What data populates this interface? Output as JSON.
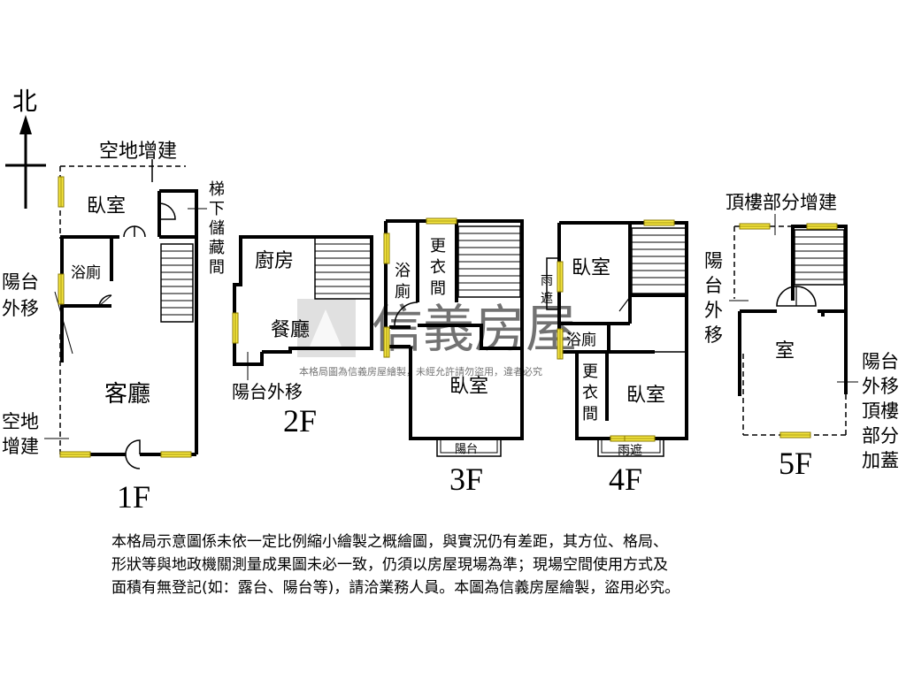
{
  "north_label": "北",
  "floors": {
    "f1": {
      "floor_label": "1F",
      "rooms": {
        "bedroom": "臥室",
        "bathroom": "浴廁",
        "living_room": "客廳"
      },
      "notes": {
        "open_space_addition_top": "空地增建",
        "under_stair_storage": [
          "梯",
          "下",
          "儲",
          "藏",
          "間"
        ],
        "balcony_shift": [
          "陽台",
          "外移"
        ],
        "open_space_addition_left": [
          "空地",
          "增建"
        ]
      }
    },
    "f2": {
      "floor_label": "2F",
      "rooms": {
        "kitchen": "廚房",
        "dining_room": "餐廳"
      },
      "notes": {
        "balcony_shift": "陽台外移"
      }
    },
    "f3": {
      "floor_label": "3F",
      "rooms": {
        "bathroom": [
          "浴",
          "廁"
        ],
        "dressing_room": [
          "更",
          "衣",
          "間"
        ],
        "bedroom": "臥室",
        "balcony": "陽台"
      }
    },
    "f4": {
      "floor_label": "4F",
      "rooms": {
        "bedroom_top": "臥室",
        "rain_shelter_side": [
          "雨",
          "遮"
        ],
        "bathroom": "浴廁",
        "dressing_room": [
          "更",
          "衣",
          "間"
        ],
        "bedroom_bottom": "臥室",
        "rain_shelter_bottom": "雨遮"
      }
    },
    "f5": {
      "floor_label": "5F",
      "rooms": {
        "room": "室"
      },
      "notes": {
        "rooftop_addition": "頂樓部分增建",
        "balcony_shift": [
          "陽",
          "台",
          "外",
          "移"
        ],
        "balcony_shift_right": [
          "陽台",
          "外移"
        ],
        "rooftop_cover": [
          "頂樓",
          "部分",
          "加蓋"
        ]
      }
    }
  },
  "watermark": {
    "brand": "信義房屋",
    "notice": "本格局圖為信義房屋繪製，未經允許請勿盜用，違者必究"
  },
  "disclaimer": [
    "本格局示意圖係未依一定比例縮小繪製之概繪圖，與實況仍有差距，其方位、格局、",
    "形狀等與地政機關測量成果圖未必一致，仍須以房屋現場為準；現場空間使用方式及",
    "面積有無登記(如：露台、陽台等)，請洽業務人員。本圖為信義房屋繪製，盜用必究。"
  ],
  "colors": {
    "wall": "#000000",
    "window_fill": "#f5e640",
    "window_stroke": "#8a7a00",
    "watermark": "#c8c8c8"
  }
}
